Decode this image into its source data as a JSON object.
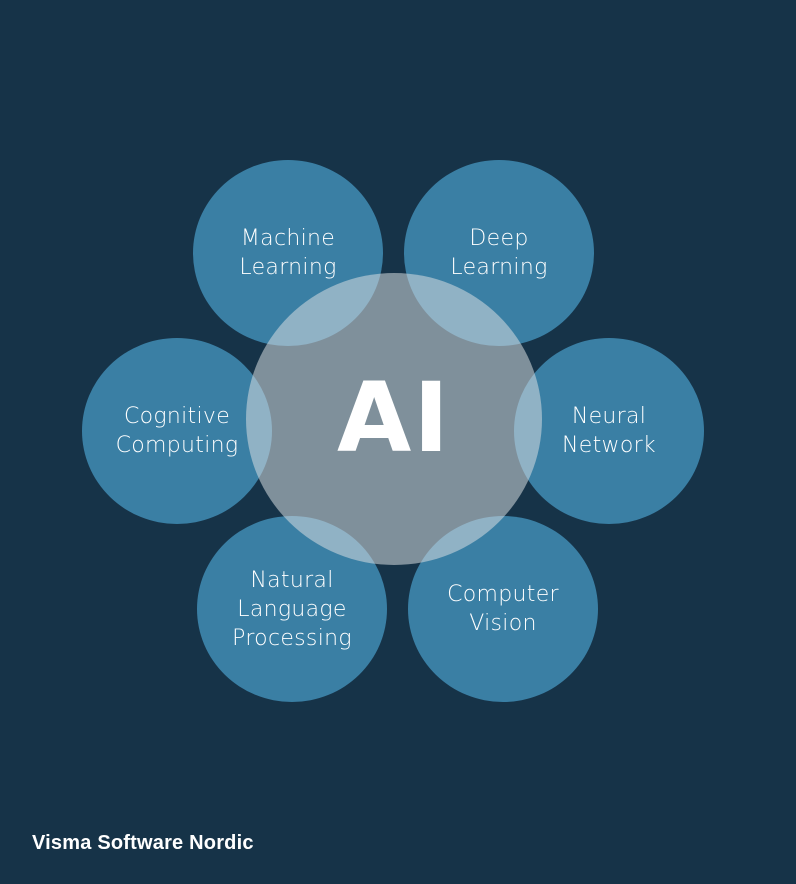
{
  "diagram": {
    "center": {
      "label": "AI"
    },
    "nodes": [
      {
        "id": "machine-learning",
        "label": "Machine\nLearning"
      },
      {
        "id": "deep-learning",
        "label": "Deep\nLearning"
      },
      {
        "id": "cognitive-computing",
        "label": "Cognitive\nComputing"
      },
      {
        "id": "neural-network",
        "label": "Neural\nNetwork"
      },
      {
        "id": "natural-language-processing",
        "label": "Natural\nLanguage\nProcessing"
      },
      {
        "id": "computer-vision",
        "label": "Computer\nVision"
      }
    ]
  },
  "footer": {
    "brand": "Visma Software Nordic"
  },
  "colors": {
    "background": "#163348",
    "node_fill": "#3a7fa4",
    "center_fill": "rgba(215, 220, 224, 0.55)",
    "text": "#ffffff"
  }
}
